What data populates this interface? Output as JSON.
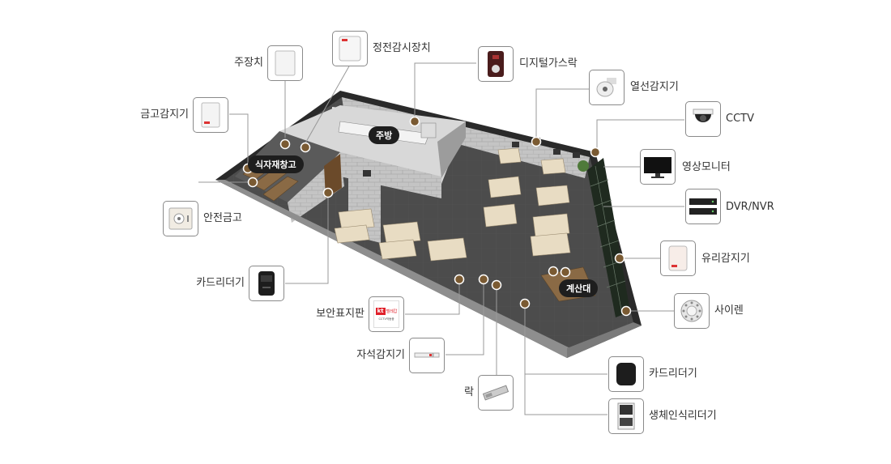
{
  "devices": {
    "main_controller": "주장치",
    "power_monitor": "정전감시장치",
    "digital_lock": "디지털가스락",
    "heat_detector": "열선감지기",
    "cctv": "CCTV",
    "video_monitor": "영상모니터",
    "dvr_nvr": "DVR/NVR",
    "glass_detector": "유리감지기",
    "siren": "사이렌",
    "card_reader_right": "카드리더기",
    "biometric_reader": "생체인식리더기",
    "lock": "락",
    "magnetic_detector": "자석감지기",
    "security_sign": "보안표지판",
    "card_reader_left": "카드리더기",
    "safe": "안전금고",
    "safe_detector": "금고감지기"
  },
  "rooms": {
    "kitchen": "주방",
    "storage": "식자재창고",
    "counter": "계산대"
  },
  "sign": {
    "brand": "kt",
    "brand_sub": "텔레캅",
    "caption": "CCTV작동중"
  },
  "colors": {
    "dot": "#7a5a32",
    "floor": "#4a4a4a",
    "wall": "#b9b9b9",
    "line": "#999999",
    "box_border": "#8a8a8a",
    "tag_bg": "#1e1e1e"
  }
}
